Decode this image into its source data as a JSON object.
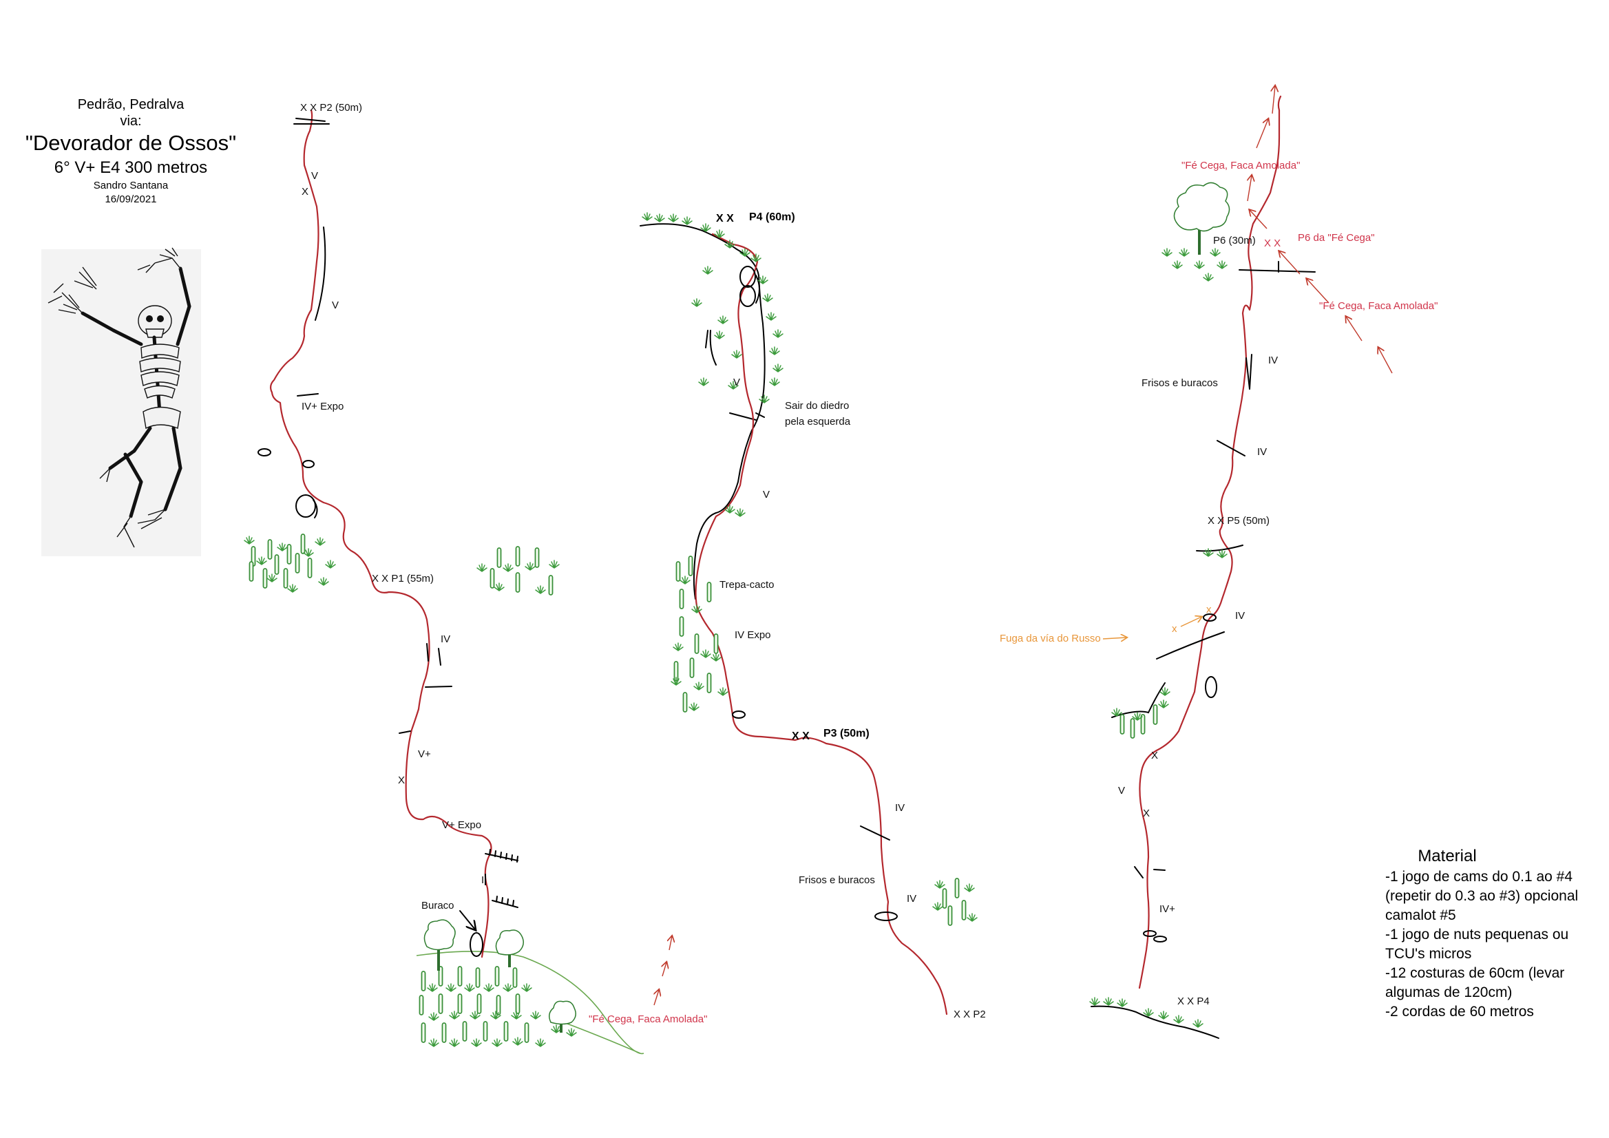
{
  "header": {
    "location": "Pedrão, Pedralva",
    "via_label": "via:",
    "route_name": "\"Devorador de Ossos\"",
    "grade": "6° V+ E4 300 metros",
    "author": "Sandro Santana",
    "date": "16/09/2021"
  },
  "illustration": {
    "icon": "dancing-skeleton"
  },
  "pitch1": {
    "anchor_p2": "X  X  P2 (50m)",
    "v1": "V",
    "bolt": "X",
    "v2": "V",
    "iv_expo": "IV+ Expo",
    "anchor_p1": "X  X   P1 (55m)",
    "iv": "IV",
    "vplus": "V+",
    "bolt2": "X",
    "vplus_expo": "V+ Expo",
    "i": "I",
    "buraco": "Buraco",
    "fe_cega": "\"Fé Cega, Faca Amolada\""
  },
  "pitch2": {
    "anchor_p4": "P4 (60m)",
    "anchor_p4_x": "X  X",
    "v1": "V",
    "sair_line1": "Sair do diedro",
    "sair_line2": "pela esquerda",
    "v2": "V",
    "trepa": "Trepa-cacto",
    "iv_expo": "IV Expo",
    "anchor_p3": "P3 (50m)",
    "anchor_p3_x": "X  X",
    "iv1": "IV",
    "frisos": "Frisos e buracos",
    "iv2": "IV",
    "anchor_p2": "X  X  P2"
  },
  "pitch3": {
    "fe_cega_top": "\"Fé Cega, Faca Amolada\"",
    "p6": "P6 (30m)",
    "p6_x": "X  X",
    "p6_fe_cega": "P6 da \"Fé Cega\"",
    "fe_cega_right": "\"Fé Cega, Faca Amolada\"",
    "iv1": "IV",
    "frisos": "Frisos e buracos",
    "iv2": "IV",
    "p5": "X  X  P5 (50m)",
    "iv3": "IV",
    "fuga": "Fuga da vía do Russo",
    "bolt1": "X",
    "v": "V",
    "bolt2": "X",
    "ivplus": "IV+",
    "p4": "X  X  P4"
  },
  "material": {
    "title": "Material",
    "items": [
      "-1 jogo de cams do 0.1 ao #4",
      "(repetir do 0.3 ao #3) opcional",
      "camalot #5",
      "-1 jogo de nuts pequenas ou",
      "TCU's micros",
      "-12 costuras de 60cm (levar",
      "algumas de 120cm)",
      "-2 cordas de 60 metros"
    ]
  },
  "colors": {
    "route": "#b4282e",
    "variant_text": "#d0344a",
    "escape_text": "#e8963a",
    "vegetation": "#3c9b3c"
  }
}
